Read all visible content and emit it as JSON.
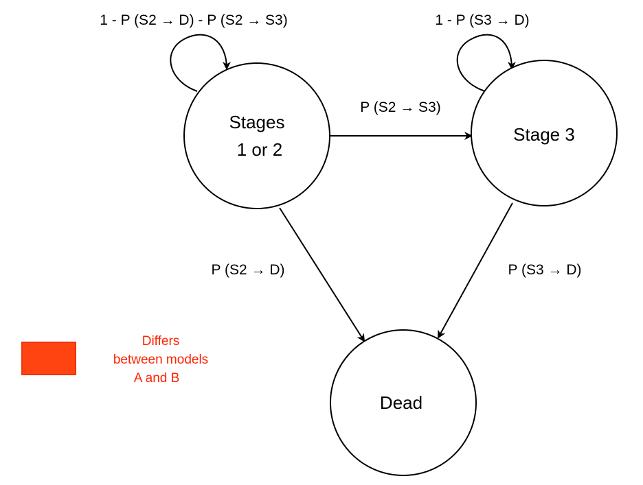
{
  "colors": {
    "highlight_text": "#FF3366",
    "legend_text": "#FF2200",
    "legend_fill": "#FF4411",
    "legend_stroke": "#EE3311",
    "stroke": "#000000"
  },
  "nodes": {
    "stage12": {
      "line1": "Stages",
      "line2": "1 or 2"
    },
    "stage3": {
      "label": "Stage 3"
    },
    "dead": {
      "label": "Dead"
    }
  },
  "edges": {
    "stage12_self": {
      "label": "1 - P (S2 → D) - P (S2 → S3)"
    },
    "stage3_self": {
      "label": "1 - P (S3 → D)"
    },
    "stage12_to_stage3": {
      "label": "P (S2 → S3)",
      "highlighted": true
    },
    "stage12_to_dead": {
      "label": "P (S2 → D)"
    },
    "stage3_to_dead": {
      "label": "P (S3 → D)"
    }
  },
  "legend": {
    "line1": "Differs",
    "line2": "between models",
    "line3": "A  and B"
  }
}
